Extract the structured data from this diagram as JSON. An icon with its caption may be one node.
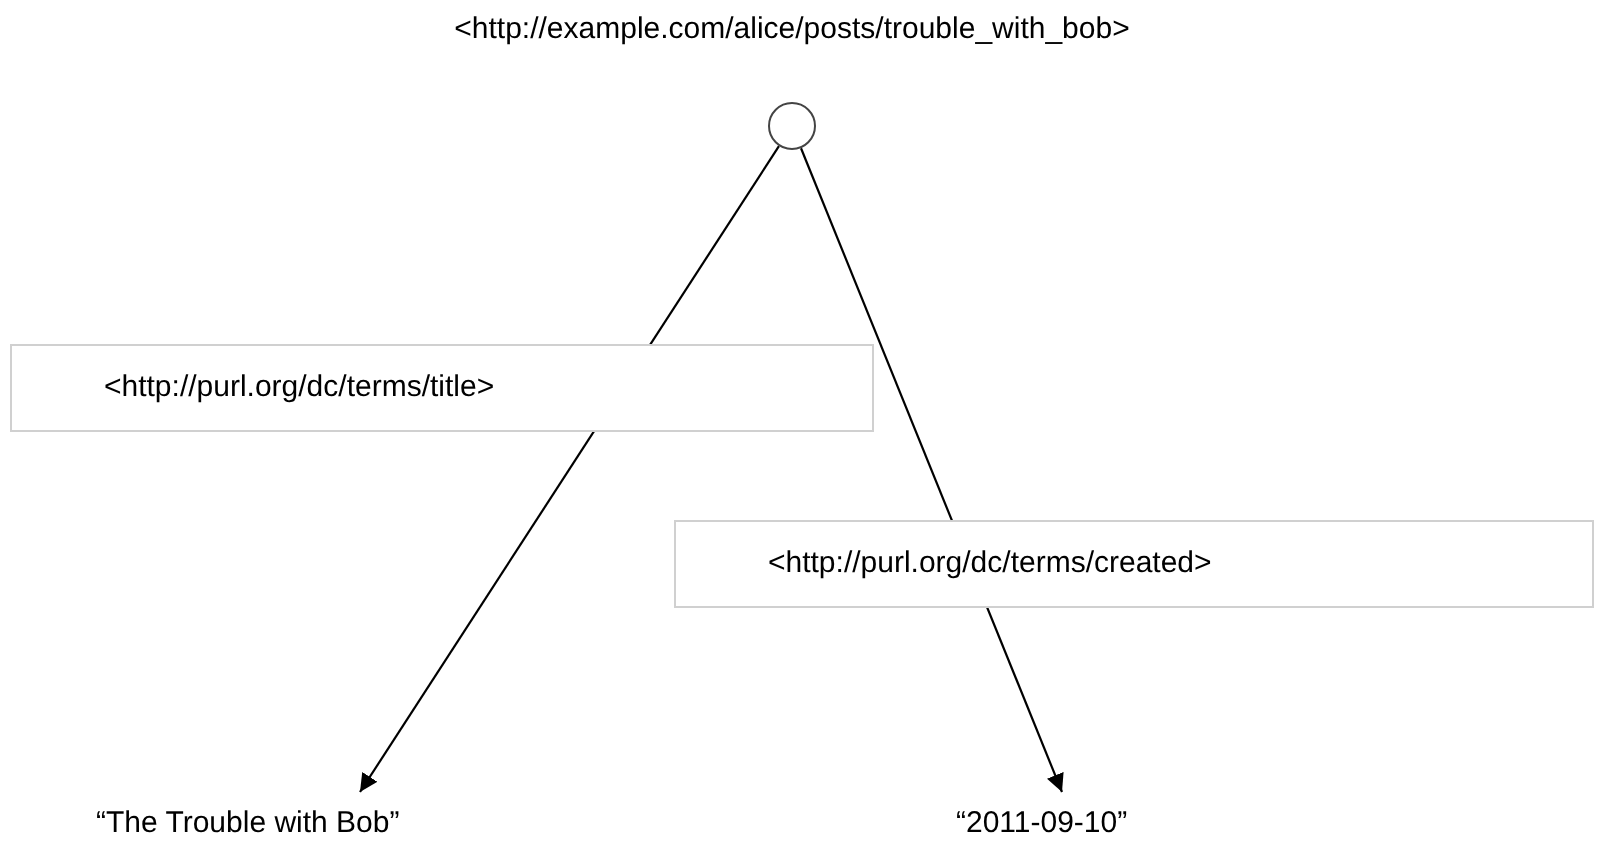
{
  "diagram": {
    "nodes": [
      {
        "text": [
          "<http://example.com/alice/posts/trouble_with_bob>"
        ]
      },
      {
        "text": [
          "“The Trouble with Bob”"
        ]
      },
      {
        "text": [
          "“2011-09-10”"
        ]
      }
    ],
    "edges": [
      {
        "from": 0,
        "to": 1,
        "arrow": "to",
        "label": "<http://purl.org/dc/terms/title>"
      },
      {
        "from": 0,
        "to": 2,
        "arrow": "to",
        "label": "<http://purl.org/dc/terms/created>"
      }
    ]
  }
}
